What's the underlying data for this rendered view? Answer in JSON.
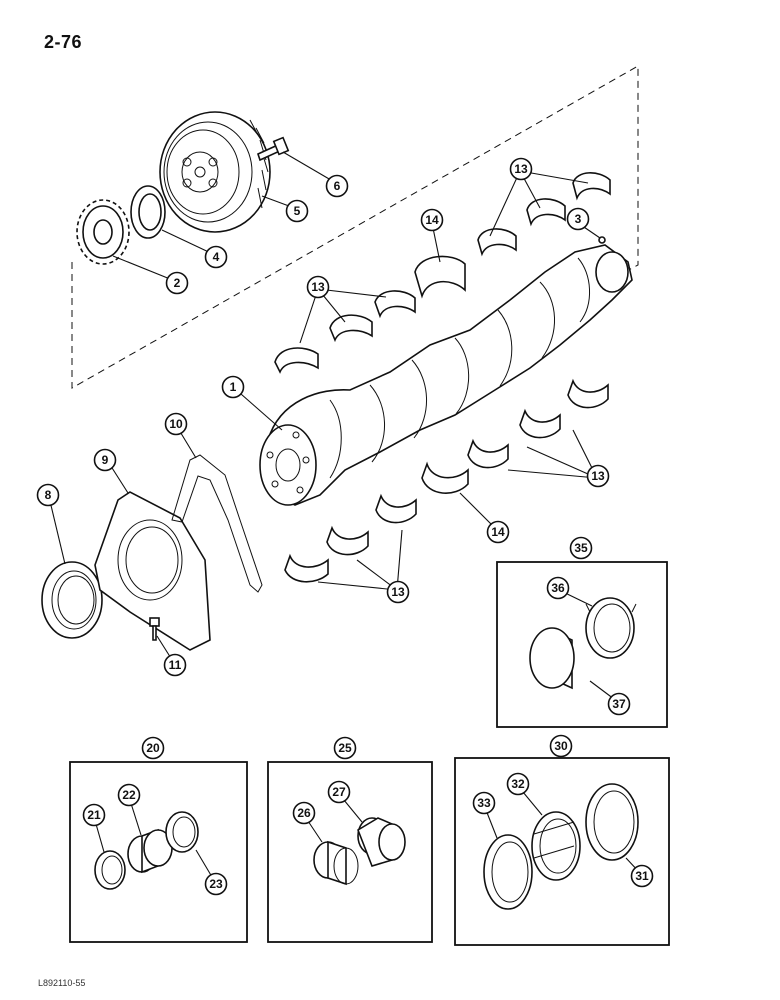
{
  "page": {
    "number": "2-76",
    "figure_code": "L892110-55"
  },
  "callouts": {
    "c1": "1",
    "c2": "2",
    "c3": "3",
    "c4": "4",
    "c5": "5",
    "c6": "6",
    "c8": "8",
    "c9": "9",
    "c10": "10",
    "c11": "11",
    "c13a": "13",
    "c13b": "13",
    "c13c": "13",
    "c13d": "13",
    "c14a": "14",
    "c14b": "14",
    "c20": "20",
    "c21": "21",
    "c22": "22",
    "c23": "23",
    "c25": "25",
    "c26": "26",
    "c27": "27",
    "c30": "30",
    "c31": "31",
    "c32": "32",
    "c33": "33",
    "c35": "35",
    "c36": "36",
    "c37": "37"
  }
}
